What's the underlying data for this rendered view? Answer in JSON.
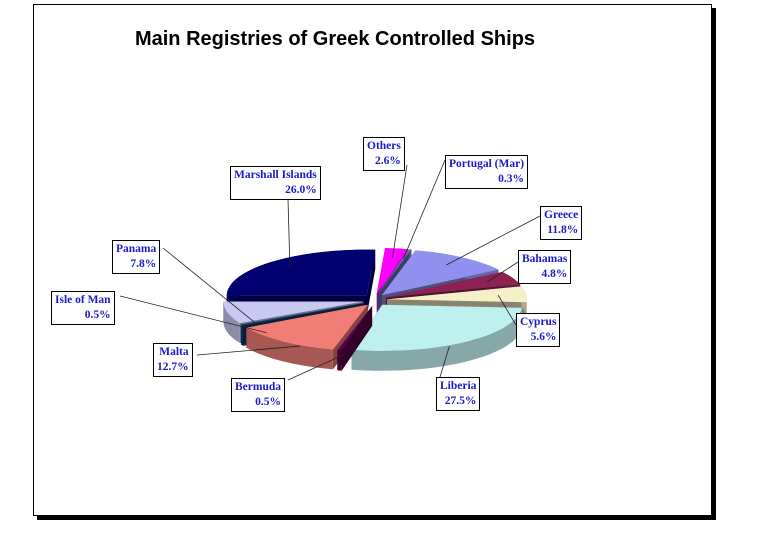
{
  "chart_data": {
    "type": "pie",
    "title": "Main Registries of Greek Controlled Ships",
    "categories": [
      "Others",
      "Portugal (Mar)",
      "Greece",
      "Bahamas",
      "Cyprus",
      "Liberia",
      "Bermuda",
      "Malta",
      "Isle of Man",
      "Panama",
      "Marshall Islands"
    ],
    "values": [
      2.6,
      0.3,
      11.8,
      4.8,
      5.6,
      27.5,
      0.5,
      12.7,
      0.5,
      7.8,
      26.0
    ],
    "labels": [
      "2.6%",
      "0.3%",
      "11.8%",
      "4.8%",
      "5.6%",
      "27.5%",
      "0.5%",
      "12.7%",
      "0.5%",
      "7.8%",
      "26.0%"
    ],
    "colors": [
      "#ff00ff",
      "#6c6cb8",
      "#9090ee",
      "#8b2252",
      "#f5f0c8",
      "#bff0f0",
      "#5a004a",
      "#f07e76",
      "#0b3a6a",
      "#c8c8f0",
      "#000070"
    ],
    "style": "3d-exploded"
  }
}
